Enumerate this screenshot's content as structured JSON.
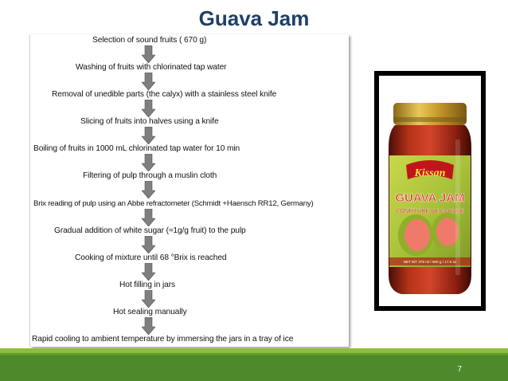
{
  "slide": {
    "title": "Guava Jam",
    "page_number": "7"
  },
  "flowchart": {
    "steps": [
      "Selection of sound fruits ( 670 g)",
      "Washing of fruits with chlorinated tap water",
      "Removal of unedible parts (the calyx) with a stainless steel knife",
      "Slicing of fruits into halves using a knife",
      "Boiling of fruits in 1000 mL chlorinated tap water for 10 min",
      "Filtering of pulp through a muslin cloth",
      "Brix reading of pulp using an Abbe refractometer (Schmidt +Haensch RR12, Germany)",
      "Gradual addition of white sugar (≈1g/g fruit) to the pulp",
      "Cooking of mixture until 68 °Brix is reached",
      "Hot filling in jars",
      "Hot sealing manually",
      "Rapid cooling to ambient temperature by immersing the jars in a tray of ice"
    ]
  },
  "product_image": {
    "brand": "Kissan",
    "name": "GUAVA JAM",
    "subtitle": "CONFITURE DE GOYAVE",
    "net_weight": "NET WT 375 ml / 500 g / 17.5 oz"
  },
  "colors": {
    "title": "#1f3f66",
    "footer": "#4d8a2b",
    "footer_light": "#8fbe3a",
    "arrow": "#7f7f7f"
  }
}
